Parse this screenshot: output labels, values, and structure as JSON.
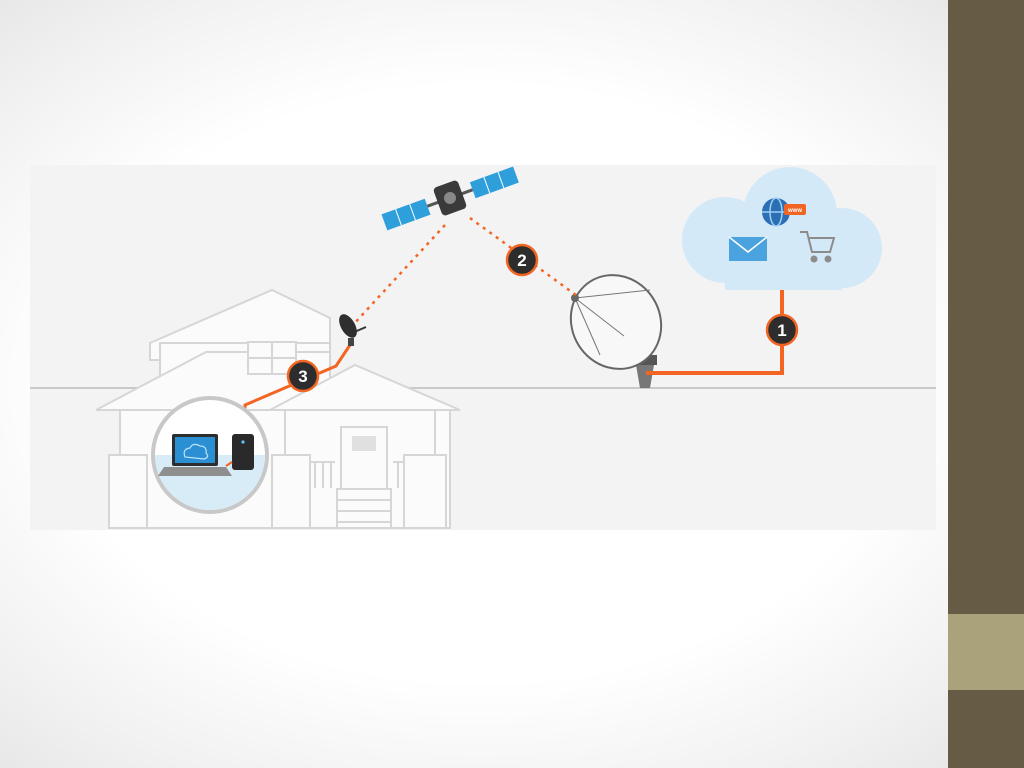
{
  "slide": {
    "background": "#ffffff",
    "right_bar_color": "#665b45",
    "accent_block_color": "#a9a27b"
  },
  "diagram": {
    "panel_color": "#f3f3f3",
    "link_color": "#f26522",
    "steps": [
      {
        "label": "1",
        "icon": "step-badge"
      },
      {
        "label": "2",
        "icon": "step-badge"
      },
      {
        "label": "3",
        "icon": "step-badge"
      }
    ],
    "nodes": {
      "cloud": {
        "icon": "cloud-icon",
        "badge_text": "www",
        "items": [
          "globe-icon",
          "envelope-icon",
          "shopping-cart-icon"
        ]
      },
      "satellite": {
        "icon": "satellite-icon"
      },
      "ground_station": {
        "icon": "satellite-dish-icon"
      },
      "home": {
        "icon": "house-icon",
        "items": [
          "home-dish-icon",
          "laptop-icon",
          "modem-icon"
        ]
      }
    }
  }
}
